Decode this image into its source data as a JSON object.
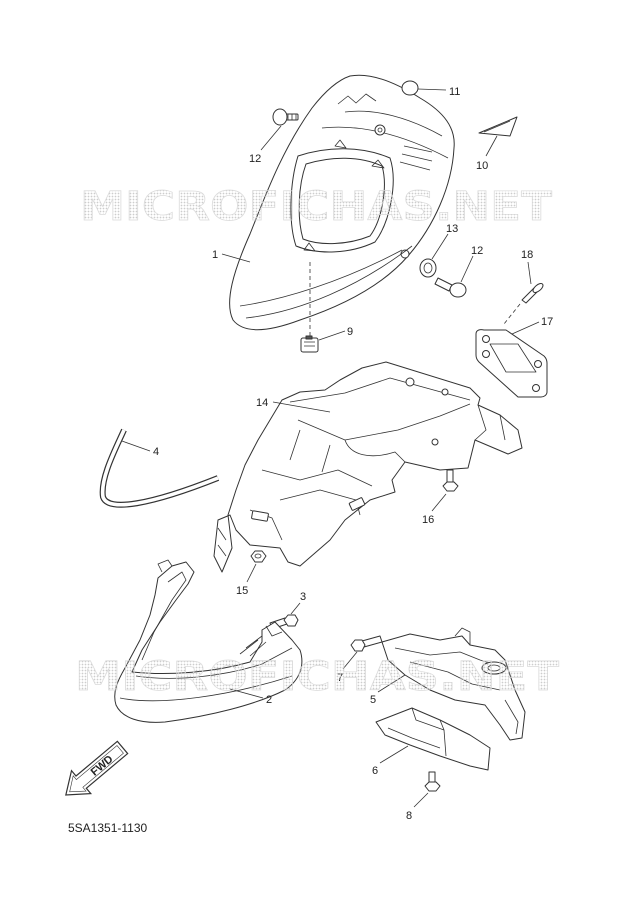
{
  "watermark": {
    "top": "MICROFICHAS.NET",
    "bottom": "MICROFICHAS.NET"
  },
  "callouts": [
    "11",
    "12",
    "10",
    "1",
    "13",
    "12",
    "18",
    "17",
    "9",
    "14",
    "4",
    "16",
    "15",
    "3",
    "7",
    "5",
    "2",
    "6",
    "8"
  ],
  "direction_label": "FWD",
  "part_code": "5SA1351-1130",
  "colors": {
    "line": "#333333",
    "watermark": "#c8c8c8"
  }
}
